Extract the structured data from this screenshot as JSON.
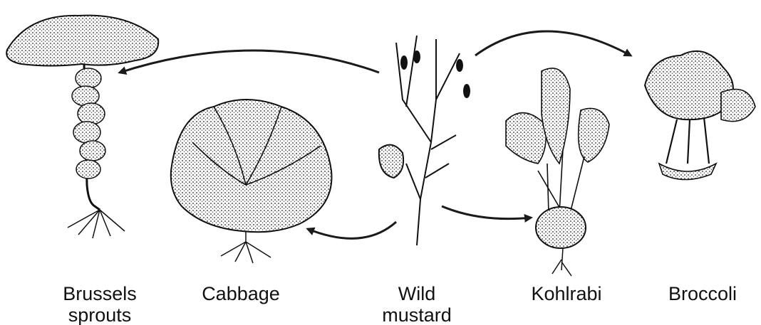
{
  "plants": {
    "brussels_sprouts": {
      "line1": "Brussels",
      "line2": "sprouts"
    },
    "cabbage": {
      "line1": "Cabbage"
    },
    "wild_mustard": {
      "line1": "Wild",
      "line2": "mustard"
    },
    "kohlrabi": {
      "line1": "Kohlrabi"
    },
    "broccoli": {
      "line1": "Broccoli"
    }
  },
  "colors": {
    "ink": "#111111",
    "arrow": "#1a1a1a",
    "background": "#ffffff"
  }
}
